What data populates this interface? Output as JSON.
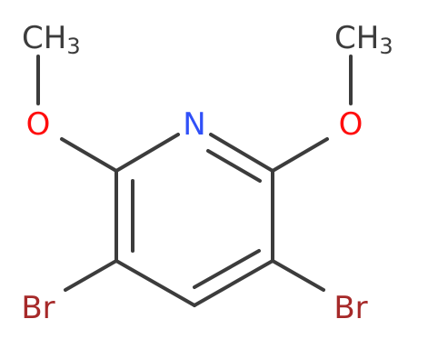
{
  "molecule": {
    "atoms": {
      "methyl_left": {
        "main": "CH",
        "sub": "3"
      },
      "methyl_right": {
        "main": "CH",
        "sub": "3"
      },
      "oxygen_left": "O",
      "oxygen_right": "O",
      "nitrogen": "N",
      "bromine_left": "Br",
      "bromine_right": "Br"
    },
    "colors": {
      "bond": "#3c3c3c",
      "carbon_text": "#3c3c3c",
      "oxygen": "#ff0d0d",
      "nitrogen": "#3050f8",
      "bromine": "#a62929"
    }
  }
}
